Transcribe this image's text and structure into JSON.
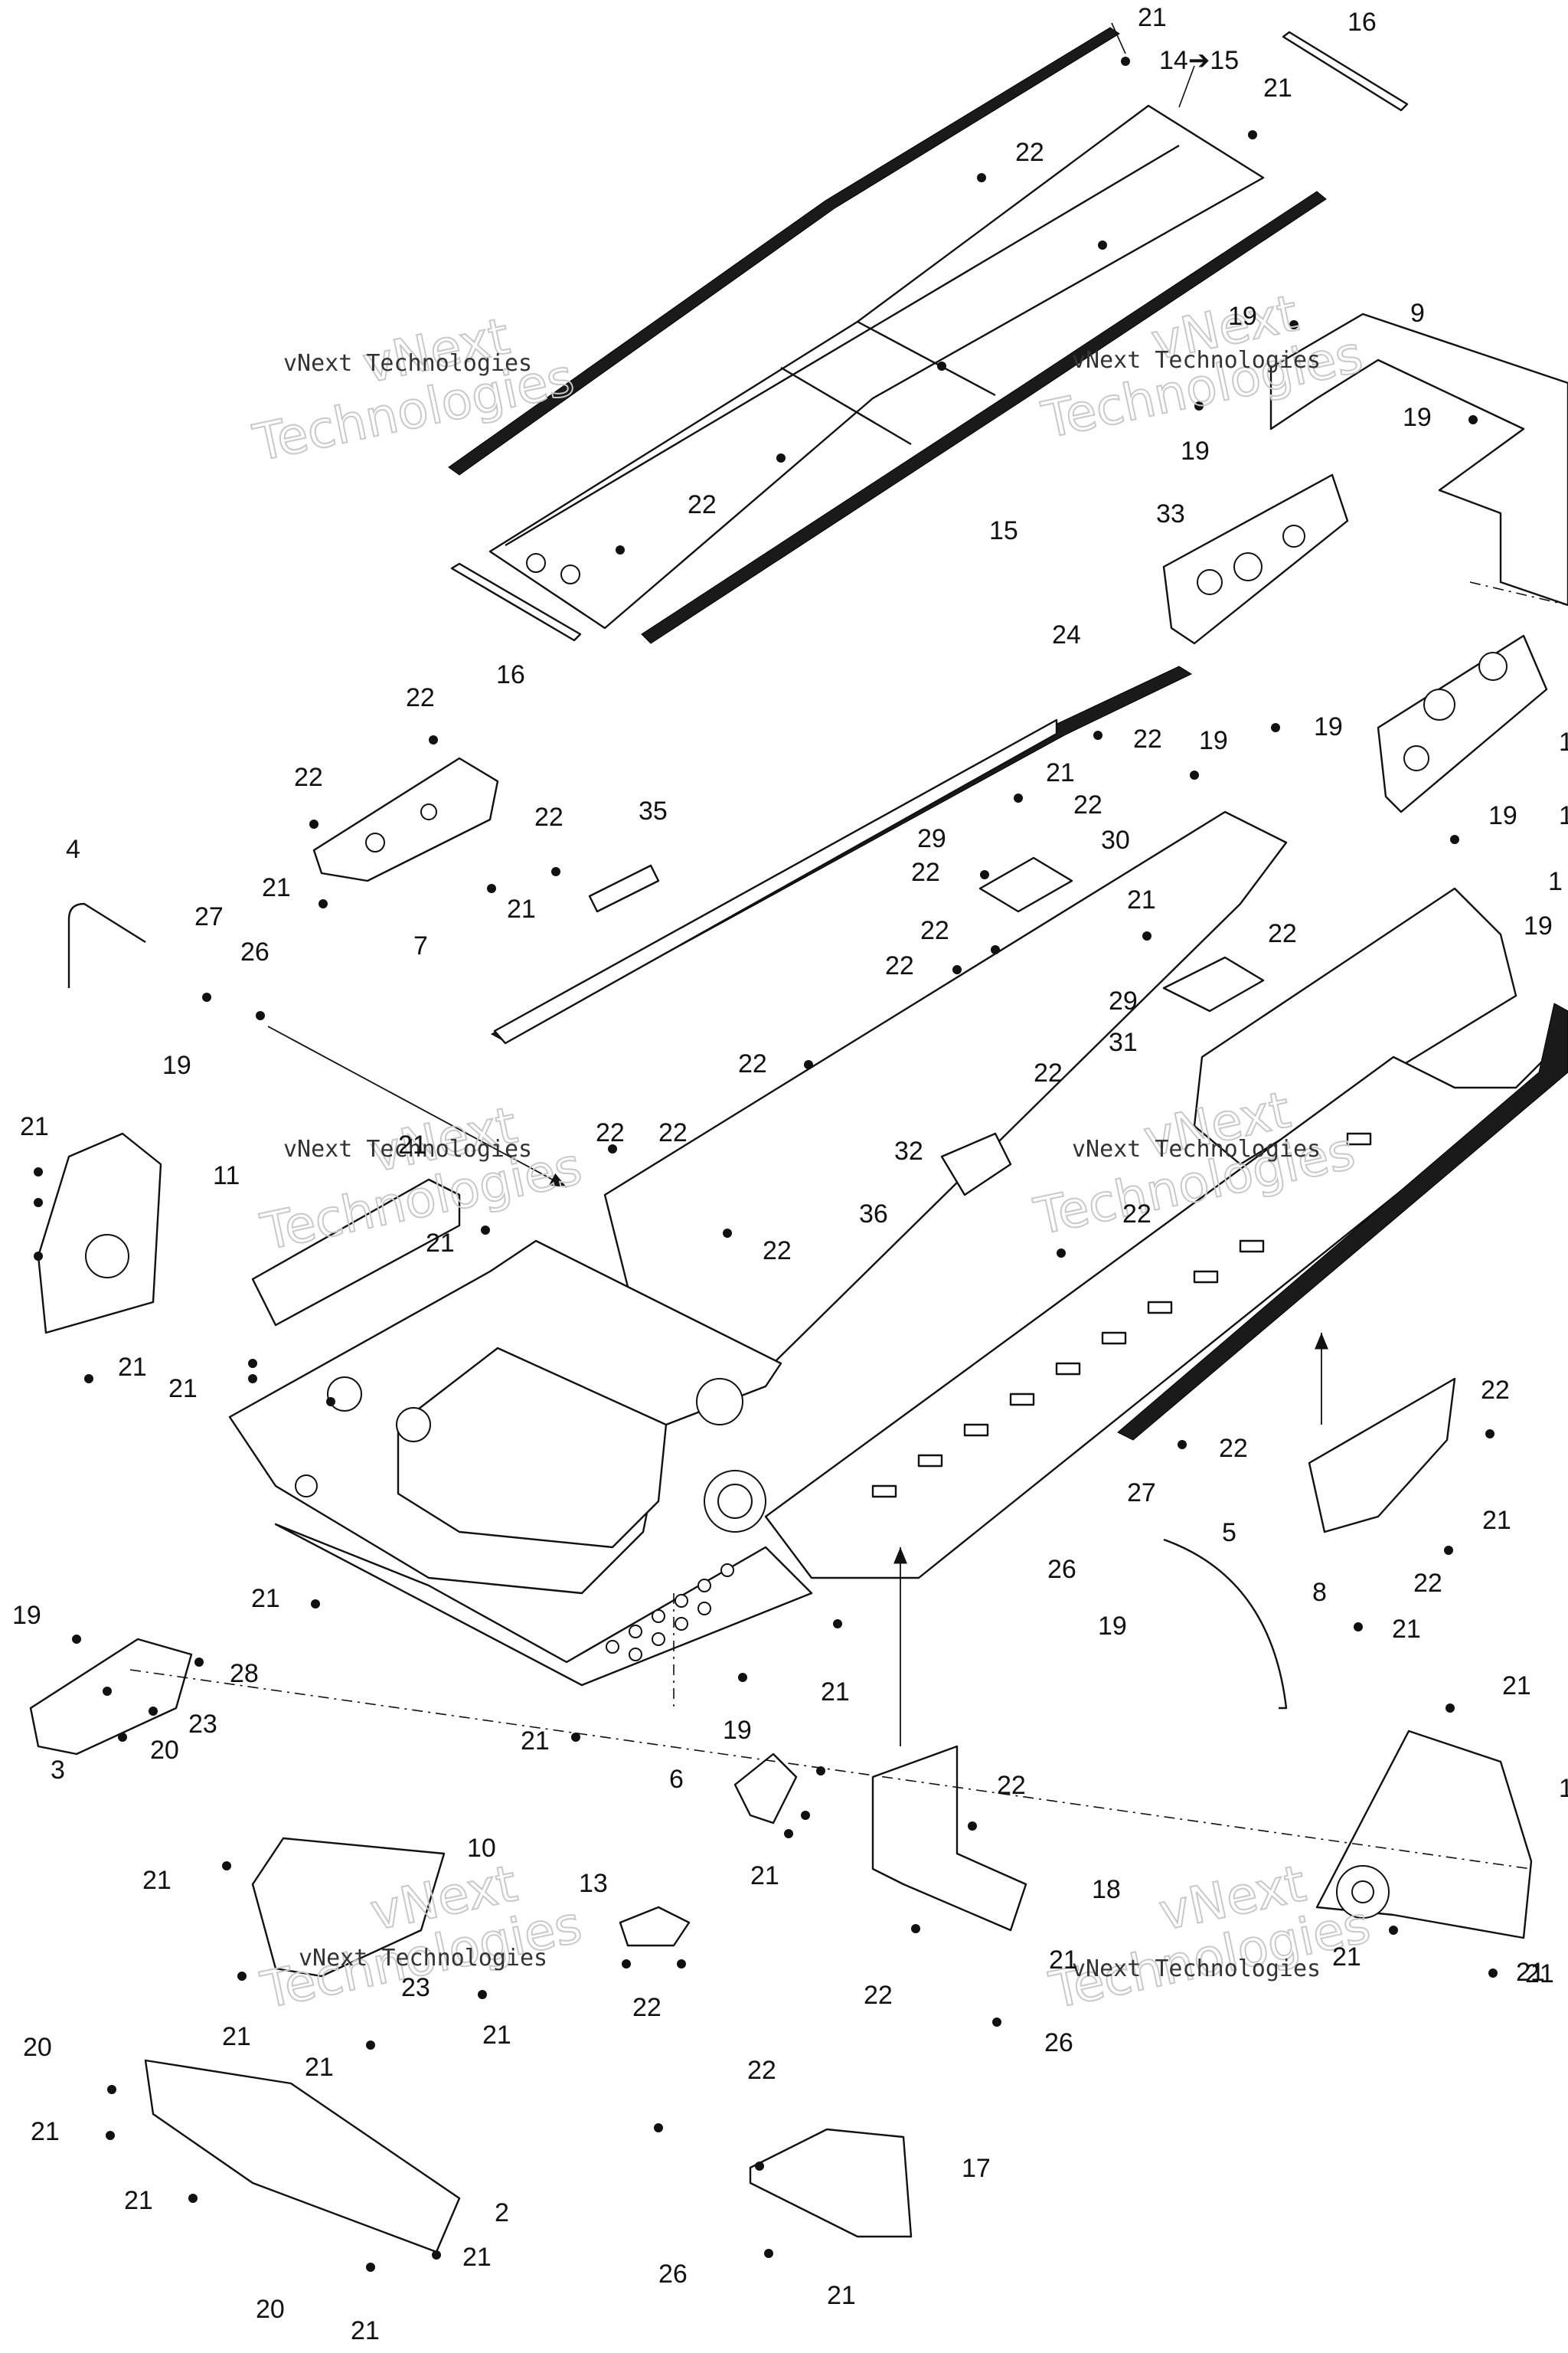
{
  "watermark": {
    "brand_line": "vNext Technologies",
    "big_line_1": "vNext",
    "big_line_2": "Technologies"
  },
  "callouts": [
    "21",
    "14➔15",
    "21",
    "16",
    "22",
    "9",
    "19",
    "19",
    "19",
    "22",
    "15",
    "33",
    "16",
    "24",
    "22",
    "19",
    "19",
    "21",
    "22",
    "29",
    "30",
    "22",
    "22",
    "22",
    "21",
    "22",
    "19",
    "19",
    "22",
    "22",
    "29",
    "31",
    "22",
    "22",
    "22",
    "32",
    "36",
    "22",
    "22",
    "21",
    "21",
    "11",
    "21",
    "21",
    "21",
    "21",
    "22",
    "4",
    "27",
    "26",
    "19",
    "22",
    "22",
    "21",
    "35",
    "7",
    "21",
    "8",
    "22",
    "21",
    "22",
    "21",
    "5",
    "27",
    "26",
    "19",
    "19",
    "28",
    "23",
    "20",
    "3",
    "21",
    "21",
    "19",
    "21",
    "6",
    "21",
    "10",
    "21",
    "23",
    "21",
    "21",
    "21",
    "13",
    "22",
    "22",
    "18",
    "22",
    "21",
    "26",
    "21",
    "21",
    "20",
    "21",
    "21",
    "2",
    "20",
    "21",
    "21",
    "22",
    "17",
    "26",
    "21",
    "21",
    "1",
    "1",
    "1",
    "1"
  ]
}
